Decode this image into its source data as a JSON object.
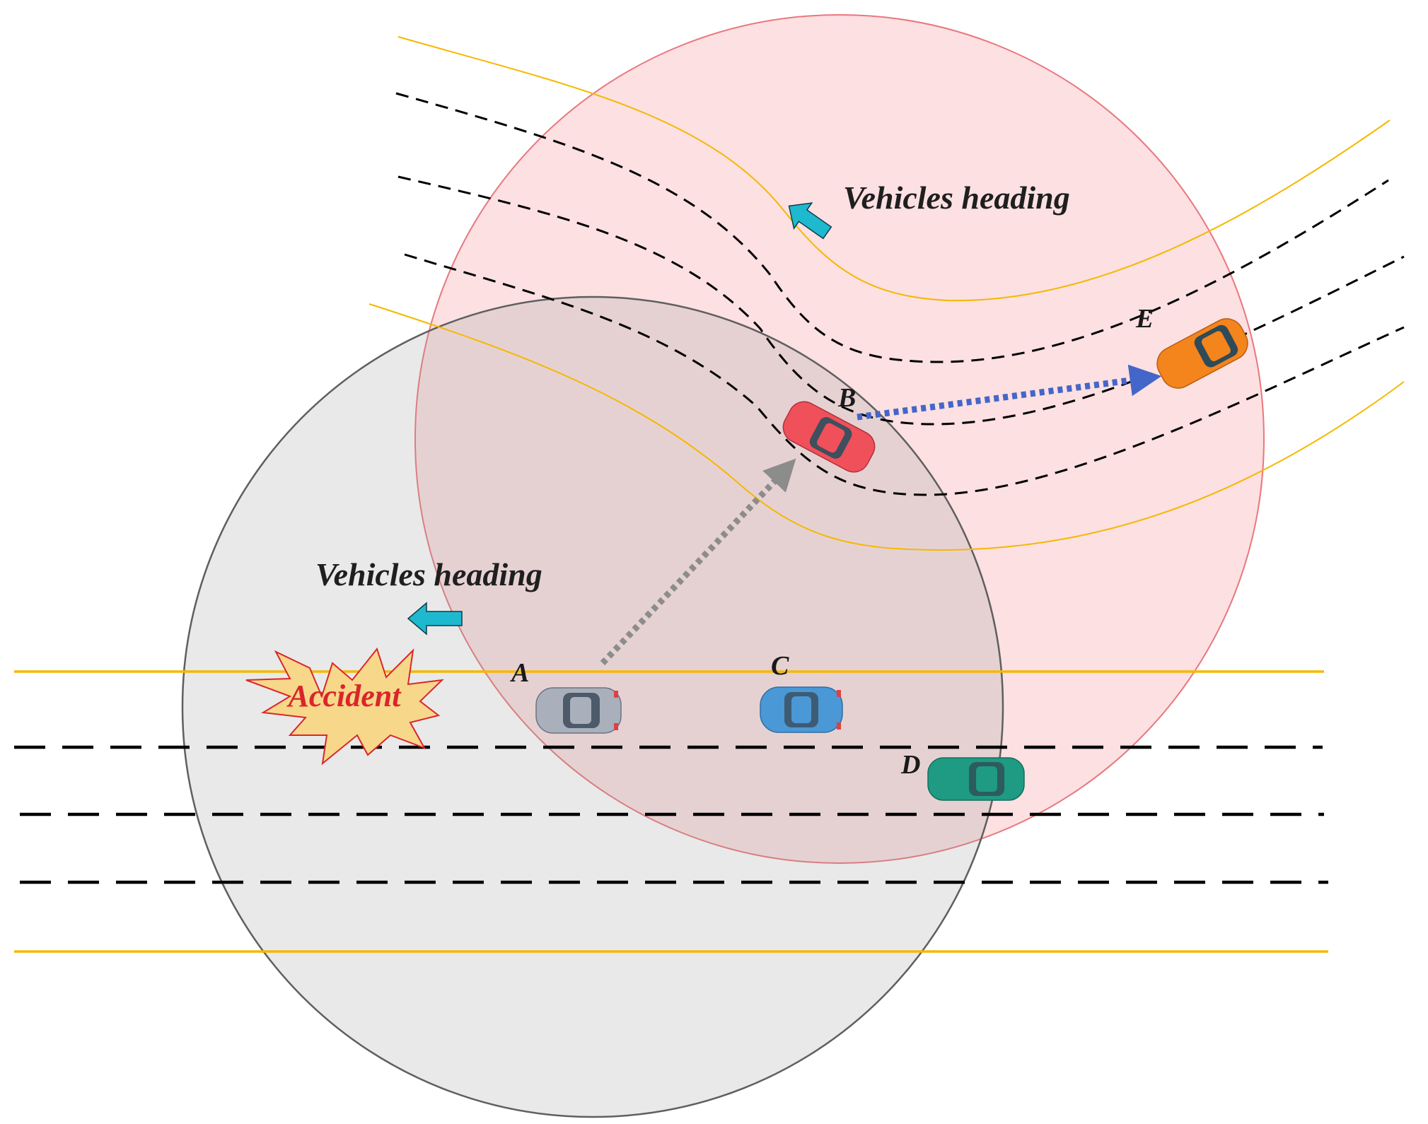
{
  "diagram": {
    "heading_label_upper": "Vehicles heading",
    "heading_label_lower": "Vehicles heading",
    "accident_label": "Accident",
    "vehicles": {
      "a": "A",
      "b": "B",
      "c": "C",
      "d": "D",
      "e": "E"
    }
  },
  "colors": {
    "pink_range": "#fbd7da",
    "pink_border": "#e8787d",
    "gray_range": "#d9d9d9",
    "gray_border": "#5f5f5f",
    "road_edge": "#f5b800",
    "lane_marking": "#000000",
    "heading_arrow": "#1fb9cf",
    "relay_arrow_gray": "#8c8c8c",
    "relay_arrow_blue": "#4466c8",
    "car_a": "#a9b0bb",
    "car_b": "#f0505a",
    "car_c": "#4a98d6",
    "car_d": "#1e9b82",
    "car_e": "#f4841c",
    "accident_fill": "#f7d78a"
  }
}
